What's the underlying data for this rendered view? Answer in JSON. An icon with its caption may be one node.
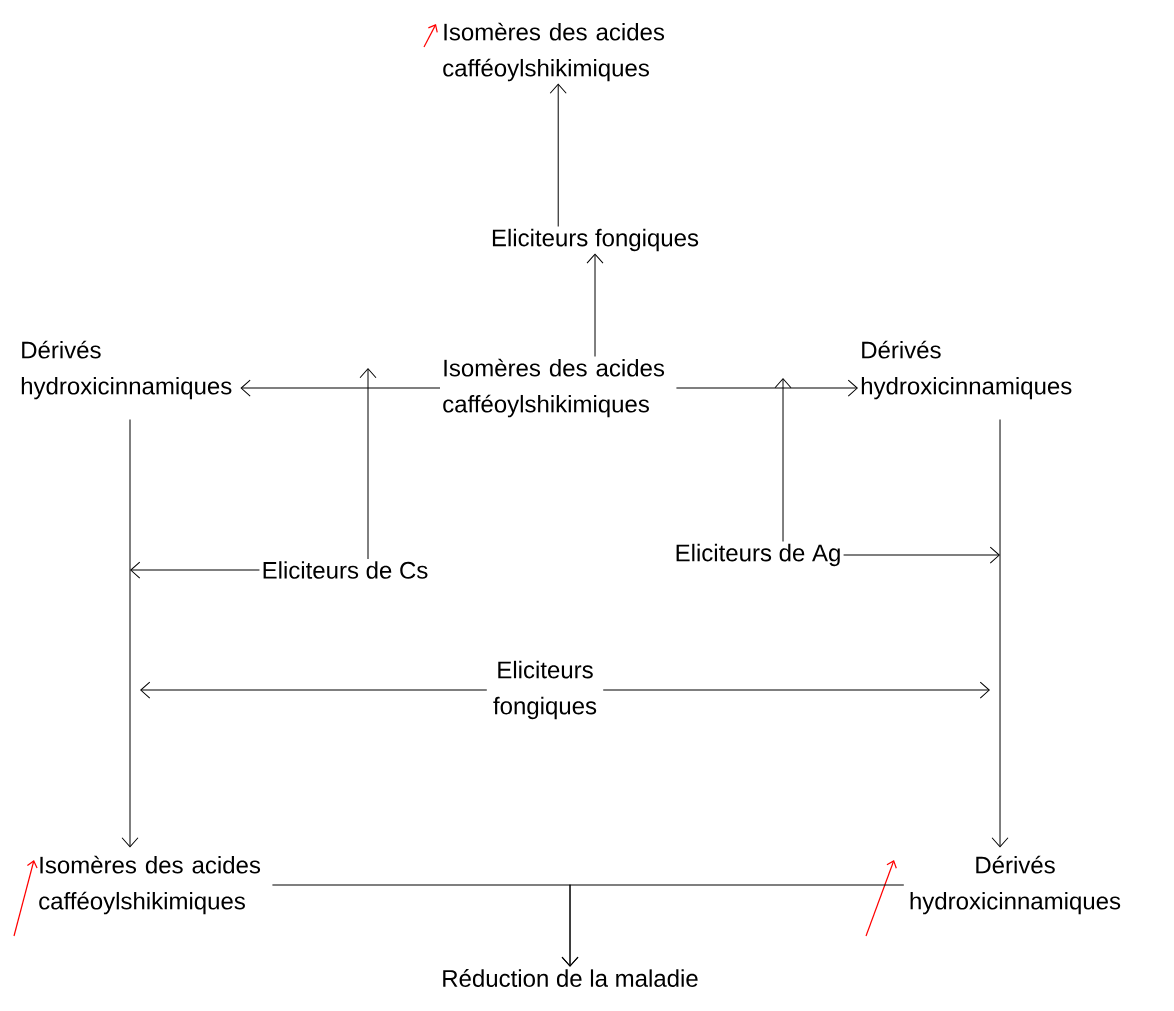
{
  "diagram": {
    "nodes": [
      {
        "text": [
          "Isomères des acides cafféoylshikimiques"
        ]
      },
      {
        "text": [
          "Eliciteurs fongiques"
        ]
      },
      {
        "text": [
          "Dérivés hydroxicinnamiques"
        ]
      },
      {
        "text": [
          "Isomères des acides cafféoylshikimiques"
        ]
      },
      {
        "text": [
          "Dérivés hydroxicinnamiques"
        ]
      },
      {
        "text": [
          "Eliciteurs de Cs"
        ]
      },
      {
        "text": [
          "Eliciteurs de Ag"
        ]
      },
      {
        "text": [
          "Eliciteurs fongiques"
        ]
      },
      {
        "text": [
          "Isomères des acides cafféoylshikimiques"
        ]
      },
      {
        "text": [
          "Dérivés hydroxicinnamiques"
        ]
      },
      {
        "text": [
          "Réduction de la maladie"
        ]
      }
    ],
    "edges": [
      {
        "from": 3,
        "to": 1,
        "arrow": "to"
      },
      {
        "from": 1,
        "to": 0,
        "arrow": "to"
      },
      {
        "from": 3,
        "to": 2,
        "arrow": "to"
      },
      {
        "from": 3,
        "to": 4,
        "arrow": "to"
      },
      {
        "from": 5,
        "to": null,
        "arrow": "to"
      },
      {
        "from": 6,
        "to": null,
        "arrow": "to"
      },
      {
        "from": 2,
        "to": 8,
        "arrow": "to"
      },
      {
        "from": 4,
        "to": 9,
        "arrow": "to"
      },
      {
        "from": 5,
        "to": null,
        "arrow": "to"
      },
      {
        "from": 6,
        "to": null,
        "arrow": "to"
      },
      {
        "from": 7,
        "to": null,
        "arrow": "to"
      },
      {
        "from": 7,
        "to": null,
        "arrow": "to"
      },
      {
        "from": 8,
        "to": 10,
        "arrow": "to"
      },
      {
        "from": 9,
        "to": 10,
        "arrow": "to"
      }
    ]
  }
}
